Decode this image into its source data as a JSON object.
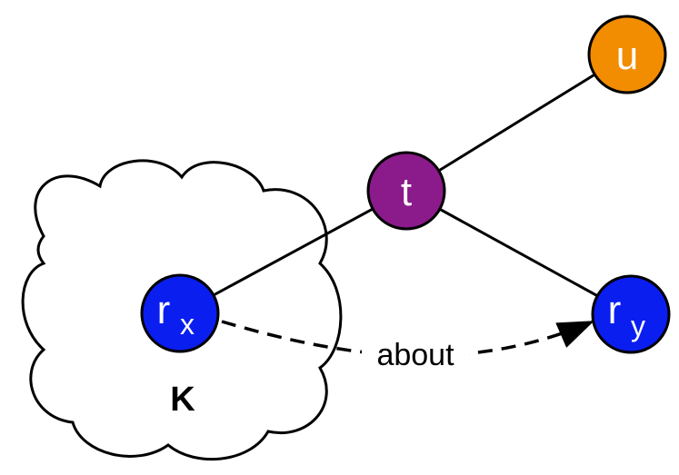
{
  "colors": {
    "u": "#f28c00",
    "t": "#8b1a8b",
    "rx": "#0a1ef0",
    "ry": "#0a1ef0",
    "stroke": "#000000"
  },
  "nodes": {
    "u": {
      "label": "u"
    },
    "t": {
      "label": "t"
    },
    "rx": {
      "label": "r",
      "sub": "x"
    },
    "ry": {
      "label": "r",
      "sub": "y"
    }
  },
  "edges": {
    "about": "about"
  },
  "cloud": {
    "label": "K"
  }
}
